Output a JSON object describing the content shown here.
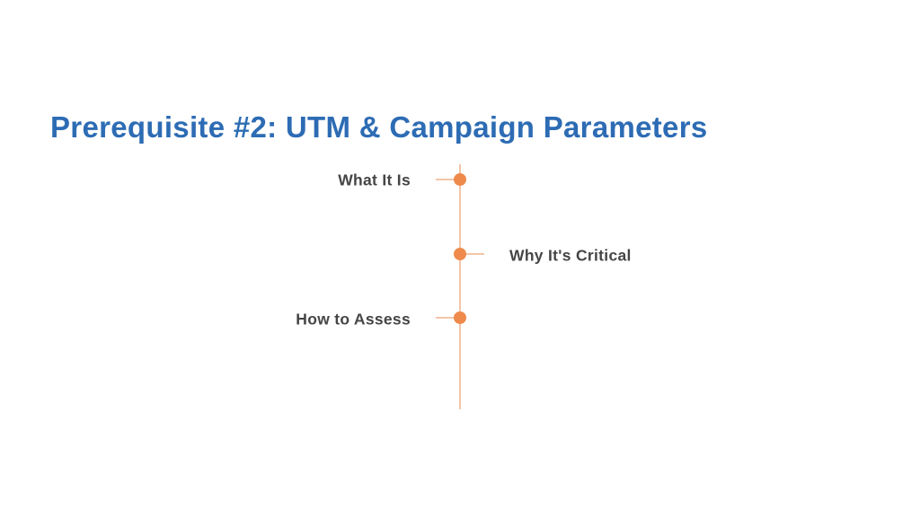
{
  "slide": {
    "title": "Prerequisite #2: UTM & Campaign Parameters"
  },
  "timeline": {
    "items": [
      {
        "label": "What It Is",
        "side": "left"
      },
      {
        "label": "Why It's Critical",
        "side": "right"
      },
      {
        "label": "How to Assess",
        "side": "left"
      }
    ]
  },
  "colors": {
    "title_text": "#2d6cb4",
    "label_text": "#454545",
    "timeline_dot": "#ef8a4d",
    "timeline_line": "#f2c6a8",
    "background": "#ffffff"
  }
}
